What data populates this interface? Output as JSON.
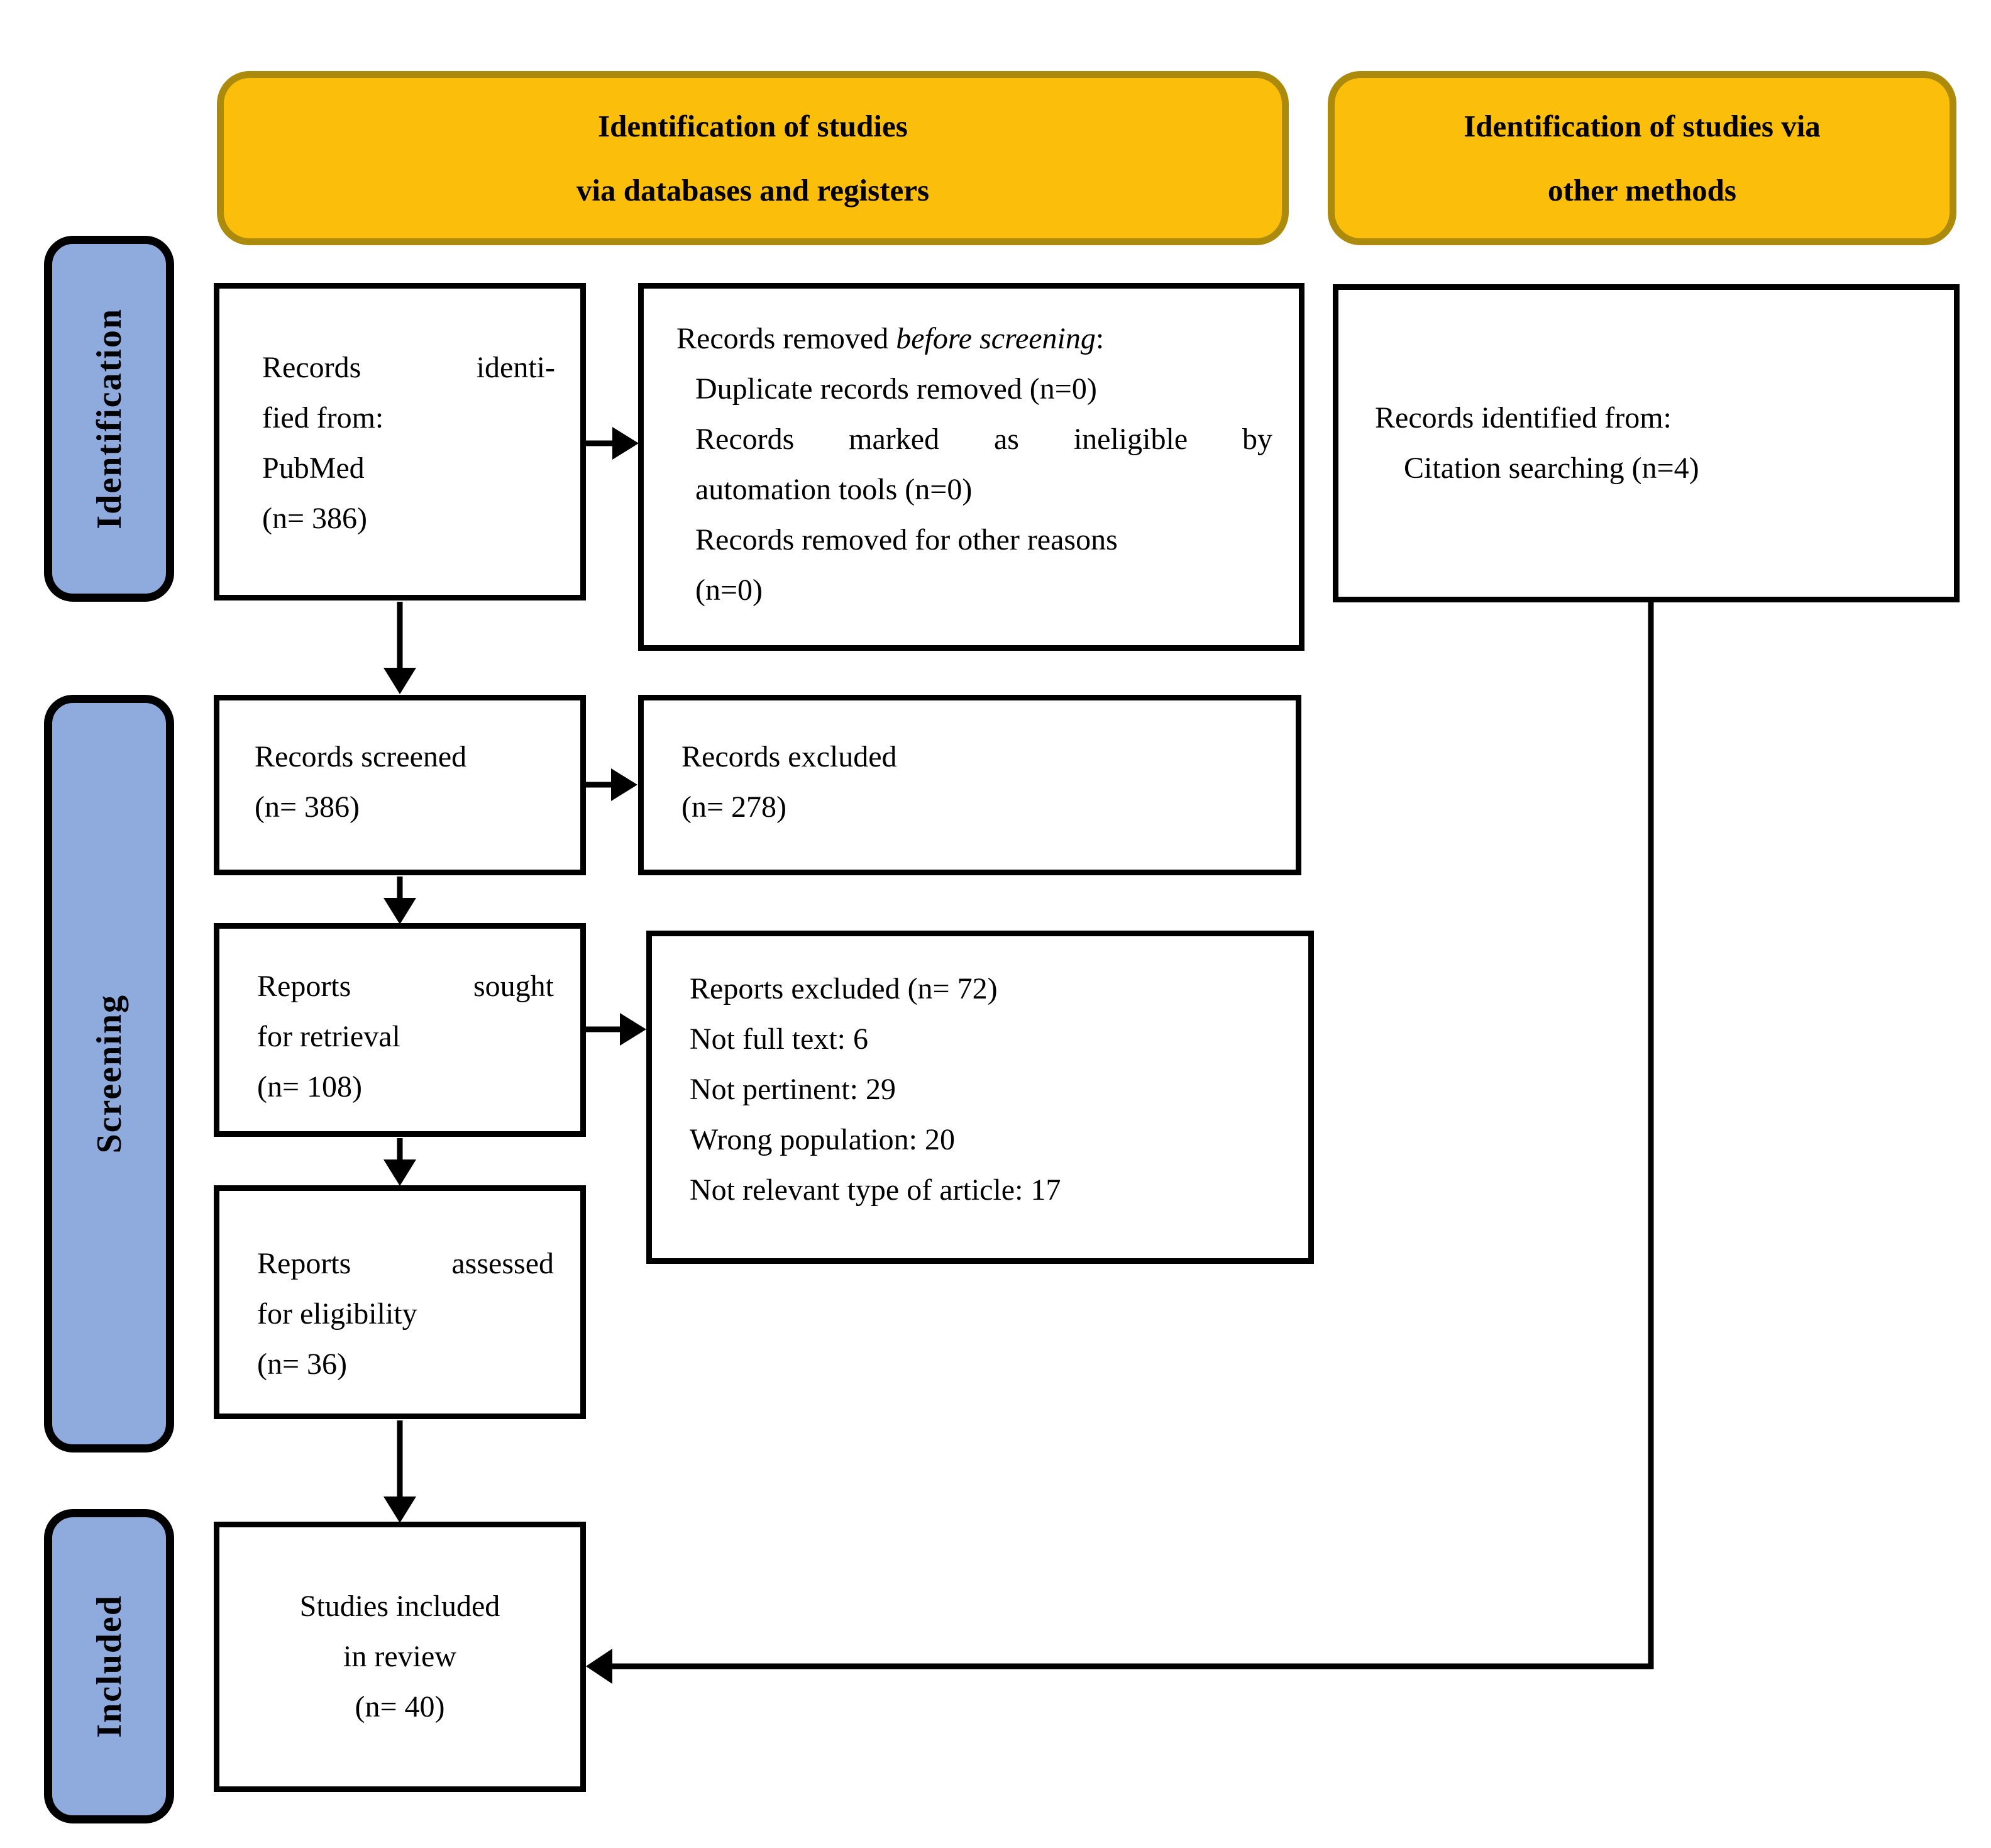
{
  "headers": {
    "databases": {
      "line1": "Identification of studies",
      "line2": "via databases and registers"
    },
    "other": {
      "line1": "Identification of studies via",
      "line2": "other methods"
    }
  },
  "sidebar": {
    "identification": "Identification",
    "screening": "Screening",
    "included": "Included"
  },
  "boxes": {
    "records_identified": {
      "lines": [
        {
          "t": "Records identi-",
          "j": true
        },
        {
          "t": "fied from:"
        },
        {
          "t": "PubMed"
        },
        {
          "t": "(n= 386)"
        }
      ]
    },
    "records_removed": {
      "prefix": "Records removed ",
      "italic": "before screening",
      "suffix": ":",
      "items": [
        {
          "t": "Duplicate records removed (n=0)"
        },
        {
          "t": "Records marked as ineligible by",
          "j": true
        },
        {
          "t": "automation tools (n=0)"
        },
        {
          "t": "Records removed for other reasons"
        },
        {
          "t": "(n=0)"
        }
      ]
    },
    "citation": {
      "lines": [
        {
          "t": "Records identified from:"
        },
        {
          "t": "Citation searching (n=4)",
          "i": true
        }
      ]
    },
    "records_screened": {
      "lines": [
        {
          "t": "Records screened"
        },
        {
          "t": "(n= 386)"
        }
      ]
    },
    "records_excluded": {
      "lines": [
        {
          "t": "Records excluded"
        },
        {
          "t": "(n= 278)"
        }
      ]
    },
    "reports_sought": {
      "lines": [
        {
          "t": "Reports sought",
          "j": true
        },
        {
          "t": "for retrieval"
        },
        {
          "t": "(n= 108)"
        }
      ]
    },
    "reports_excluded": {
      "lines": [
        {
          "t": "Reports excluded (n= 72)"
        },
        {
          "t": "Not full text: 6"
        },
        {
          "t": "Not pertinent: 29"
        },
        {
          "t": "Wrong population: 20"
        },
        {
          "t": "Not relevant type of article: 17"
        }
      ]
    },
    "reports_assessed": {
      "lines": [
        {
          "t": "Reports assessed",
          "j": true
        },
        {
          "t": "for eligibility"
        },
        {
          "t": "(n= 36)"
        }
      ]
    },
    "studies_included": {
      "lines": [
        {
          "t": "Studies included"
        },
        {
          "t": "in review"
        },
        {
          "t": "(n= 40)"
        }
      ]
    }
  },
  "colors": {
    "header_fill": "#FBBE0B",
    "header_border": "#AC8A0C",
    "side_fill": "#8FAADC"
  }
}
